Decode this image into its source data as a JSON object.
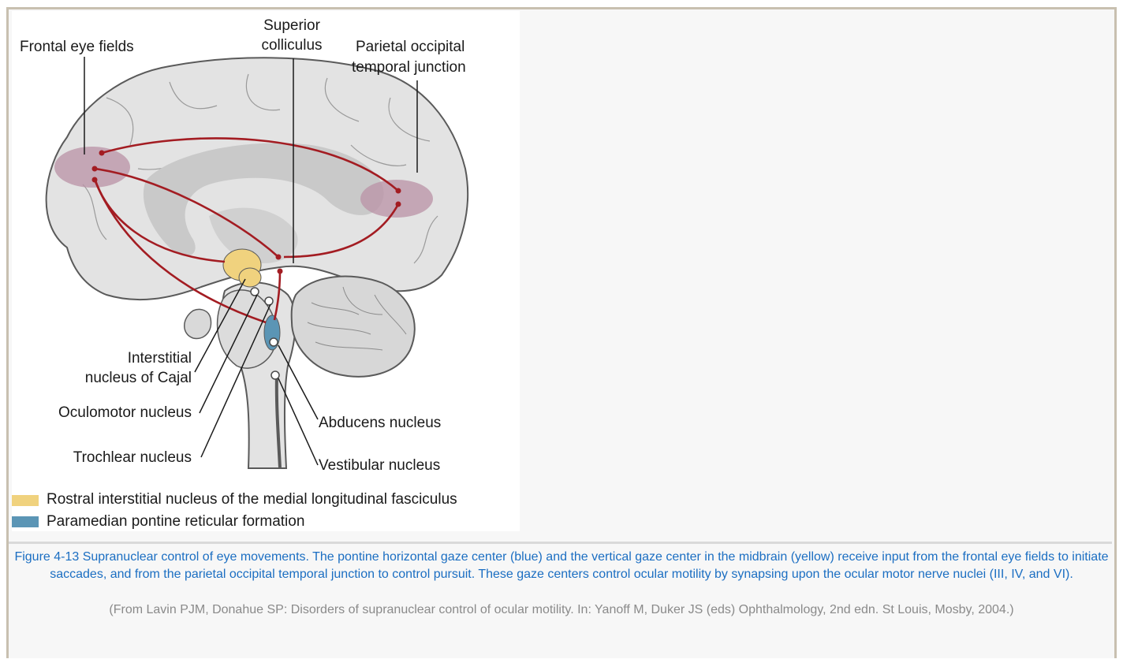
{
  "figure": {
    "labels": {
      "frontal_eye_fields": "Frontal eye fields",
      "superior_colliculus_line1": "Superior",
      "superior_colliculus_line2": "colliculus",
      "parietal_line1": "Parietal occipital",
      "parietal_line2": "temporal junction",
      "interstitial_line1": "Interstitial",
      "interstitial_line2": "nucleus of Cajal",
      "oculomotor": "Oculomotor nucleus",
      "trochlear": "Trochlear nucleus",
      "abducens": "Abducens nucleus",
      "vestibular": "Vestibular nucleus"
    },
    "legend": [
      {
        "label": "Rostral interstitial nucleus of the medial longitudinal fasciculus",
        "color": "#f0d27e"
      },
      {
        "label": "Paramedian pontine reticular formation",
        "color": "#5b95b5"
      }
    ],
    "colors": {
      "brain": "#e3e3e3",
      "brain_outline": "#5a5a5a",
      "ventricle": "#c9c9c9",
      "pathway": "#a31c22",
      "eye_field_region": "#b992a6",
      "rimlf": "#f0d27e",
      "pprf": "#5b95b5"
    }
  },
  "caption": {
    "text": "Figure 4-13 Supranuclear control of eye movements. The pontine horizontal gaze center (blue) and the vertical gaze center in the midbrain (yellow) receive input from the frontal eye fields to initiate saccades, and from the parietal occipital temporal junction to control pursuit. These gaze centers control ocular motility by synapsing upon the ocular motor nerve nuclei (III, IV, and VI).",
    "source": "(From Lavin PJM, Donahue SP: Disorders of supranuclear control of ocular motility. In: Yanoff M, Duker JS (eds) Ophthalmology, 2nd edn. St Louis, Mosby, 2004.)"
  }
}
